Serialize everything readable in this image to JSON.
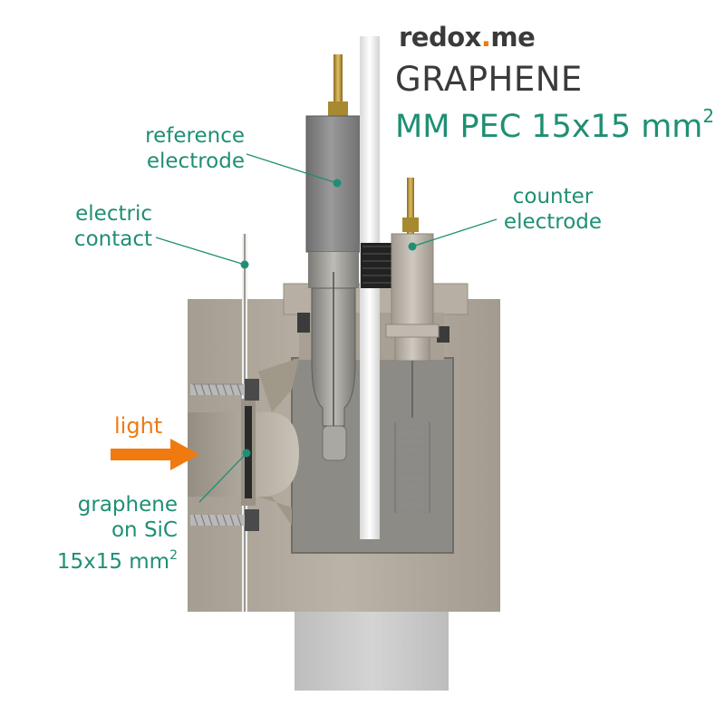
{
  "brand": {
    "name_part1": "redox",
    "name_dot": ".",
    "name_part2": "me"
  },
  "title": {
    "line1": "GRAPHENE",
    "line2": "MM PEC 15x15 mm",
    "line2_sup": "2"
  },
  "labels": {
    "reference_electrode": [
      "reference",
      "electrode"
    ],
    "counter_electrode": [
      "counter",
      "electrode"
    ],
    "electric_contact": [
      "electric",
      "contact"
    ],
    "light": "light",
    "sample": {
      "line1": "graphene",
      "line2": "on SiC",
      "line3": "15x15 mm",
      "line3_sup": "2"
    }
  },
  "colors": {
    "accent_green": "#1f8f74",
    "light_orange": "#f07a10",
    "text_dark": "#3a3a3a",
    "body_beige": "#b3ab9f",
    "cavity_gray": "#8a8882"
  }
}
